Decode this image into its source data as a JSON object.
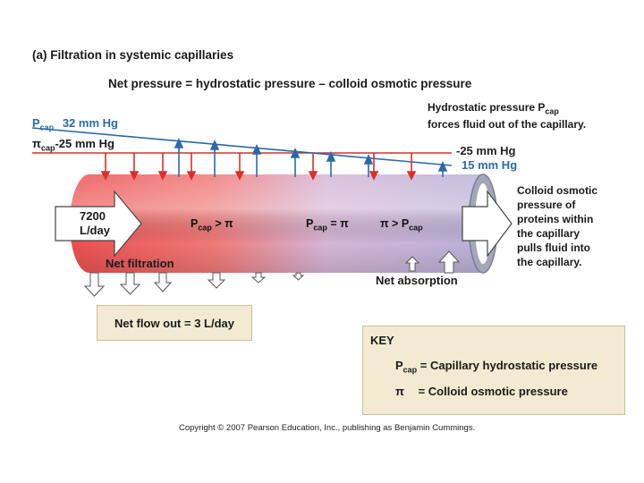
{
  "title": "(a) Filtration in systemic capillaries",
  "equation": "Net pressure = hydrostatic pressure – colloid osmotic pressure",
  "left_labels": {
    "pcap_symbol": "P",
    "pcap_sub": "cap",
    "pcap_value": "32 mm Hg",
    "pi_symbol": "π",
    "pi_sub": "cap",
    "pi_value": "-25 mm Hg"
  },
  "hydrostatic_note": {
    "line1_prefix": "Hydrostatic pressure P",
    "line1_sub": "cap",
    "line2": "forces fluid out of the capillary."
  },
  "right_labels": {
    "pi_value": "-25 mm Hg",
    "pcap_value": "15 mm Hg"
  },
  "colloid_note": [
    "Colloid osmotic",
    "pressure of",
    "proteins within",
    "the capillary",
    "pulls fluid into",
    "the capillary."
  ],
  "flow_in": [
    "7200",
    "L/day"
  ],
  "tube_labels": {
    "p1_prefix": "P",
    "p1_sub": "cap",
    "p1_rest": " > π",
    "p2_prefix": "P",
    "p2_sub": "cap",
    "p2_rest": " = π",
    "p3_prefix": "π > P",
    "p3_sub": "cap"
  },
  "net_filtration": "Net filtration",
  "net_absorption": "Net absorption",
  "net_flow": "Net flow out = 3 L/day",
  "key": {
    "title": "KEY",
    "row1_symbol": "P",
    "row1_sub": "cap",
    "row1_text": " = Capillary hydrostatic pressure",
    "row2_symbol": "π",
    "row2_text": "=   Colloid osmotic pressure"
  },
  "copyright": "Copyright © 2007 Pearson Education, Inc., publishing as Benjamin Cummings.",
  "colors": {
    "hydrostatic_blue": "#2a6aa8",
    "osmotic_red": "#d9302a",
    "tube_red": "#ee5656",
    "tube_lavender": "#b9b2d8",
    "key_background": "#f2ebd2"
  }
}
